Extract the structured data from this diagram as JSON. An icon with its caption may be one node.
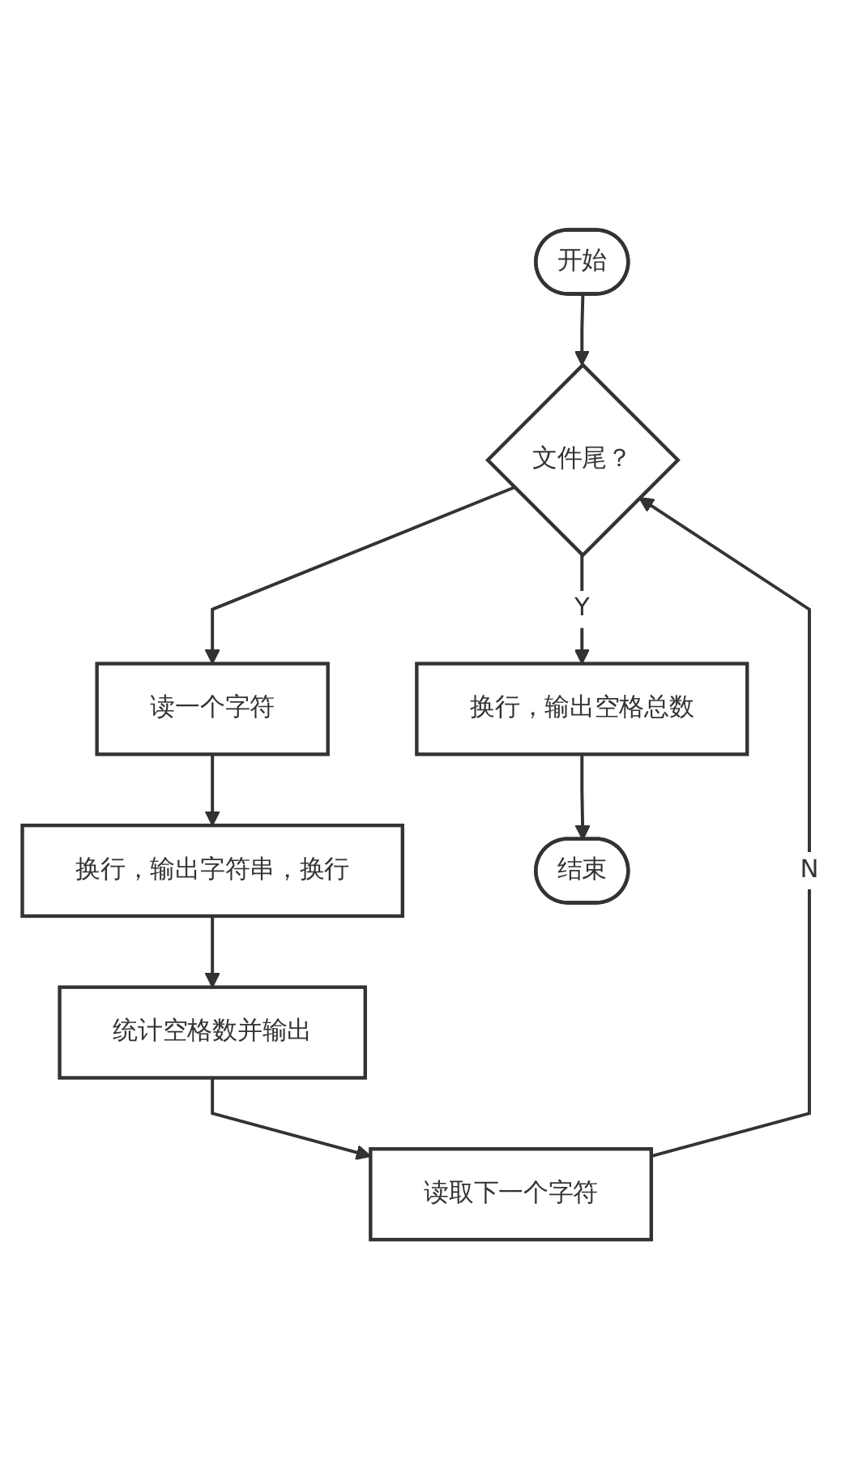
{
  "diagram": {
    "nodes": [
      {
        "text": [
          "开始"
        ]
      },
      {
        "text": [
          "文件尾？"
        ]
      },
      {
        "text": [
          "读一个字符"
        ]
      },
      {
        "text": [
          "换行，输出字符串，换行"
        ]
      },
      {
        "text": [
          "统计空格数并输出"
        ]
      },
      {
        "text": [
          "读取下一个字符"
        ]
      },
      {
        "text": [
          "换行，输出空格总数"
        ]
      },
      {
        "text": [
          "结束"
        ]
      }
    ],
    "edges": [
      {
        "from": 0,
        "to": 1,
        "arrow": "to"
      },
      {
        "from": 1,
        "to": 2,
        "arrow": "to"
      },
      {
        "from": 2,
        "to": 3,
        "arrow": "to"
      },
      {
        "from": 3,
        "to": 4,
        "arrow": "to"
      },
      {
        "from": 4,
        "to": 5,
        "arrow": "to"
      },
      {
        "from": 5,
        "to": 1,
        "label": "N",
        "arrow": "to"
      },
      {
        "from": 1,
        "to": 6,
        "label": "Y",
        "arrow": "to"
      },
      {
        "from": 6,
        "to": 7,
        "arrow": "to"
      }
    ]
  }
}
